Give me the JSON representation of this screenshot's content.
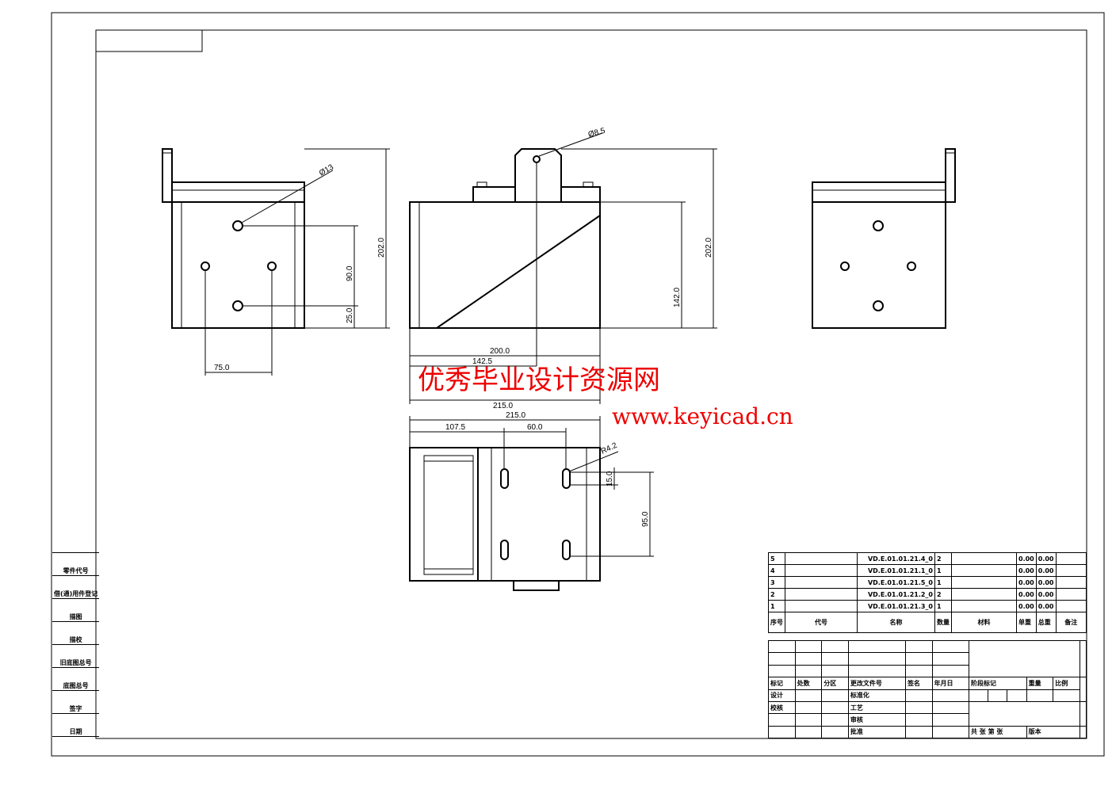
{
  "left_view": {
    "dim_height": "202.0",
    "dim_hole_spacing": "90.0",
    "dim_bottom": "25.0",
    "dim_width": "75.0",
    "hole_dia": "Ø13"
  },
  "front_view": {
    "dim_height": "202.0",
    "dim_body": "142.0",
    "dim_200": "200.0",
    "dim_142": "142.5",
    "dim_215": "215.0",
    "hole_dia": "Ø8.5"
  },
  "bottom_view": {
    "dim_215": "215.0",
    "dim_107": "107.5",
    "dim_60": "60.0",
    "radius": "R4.2",
    "dim_15": "15.0",
    "dim_95": "95.0"
  },
  "watermark": {
    "line1": "优秀毕业设计资源网",
    "line2": "www.keyicad.cn"
  },
  "side_labels": [
    "零件代号",
    "借(通)用件登记",
    "描图",
    "描校",
    "旧底图总号",
    "底图总号",
    "签字",
    "日期"
  ],
  "bom": {
    "rows": [
      {
        "no": "5",
        "code": "",
        "name": "VD.E.01.01.21.4_0",
        "qty": "2",
        "material": "",
        "unit": "0.00",
        "total": "0.00",
        "note": ""
      },
      {
        "no": "4",
        "code": "",
        "name": "VD.E.01.01.21.1_0",
        "qty": "1",
        "material": "",
        "unit": "0.00",
        "total": "0.00",
        "note": ""
      },
      {
        "no": "3",
        "code": "",
        "name": "VD.E.01.01.21.5_0",
        "qty": "1",
        "material": "",
        "unit": "0.00",
        "total": "0.00",
        "note": ""
      },
      {
        "no": "2",
        "code": "",
        "name": "VD.E.01.01.21.2_0",
        "qty": "2",
        "material": "",
        "unit": "0.00",
        "total": "0.00",
        "note": ""
      },
      {
        "no": "1",
        "code": "",
        "name": "VD.E.01.01.21.3_0",
        "qty": "1",
        "material": "",
        "unit": "0.00",
        "total": "0.00",
        "note": ""
      }
    ],
    "headers": [
      "序号",
      "代号",
      "名称",
      "数量",
      "材料",
      "单重",
      "总重",
      "备注"
    ]
  },
  "title_block": {
    "row_labels": [
      "标记",
      "处数",
      "分区",
      "更改文件号",
      "签名",
      "年月日"
    ],
    "stage": "阶段标记",
    "weight": "重量",
    "scale": "比例",
    "design": "设计",
    "standard": "标准化",
    "check": "校核",
    "process": "工艺",
    "review": "审核",
    "approve": "批准",
    "sheets": "共 张 第 张",
    "version": "版本"
  }
}
